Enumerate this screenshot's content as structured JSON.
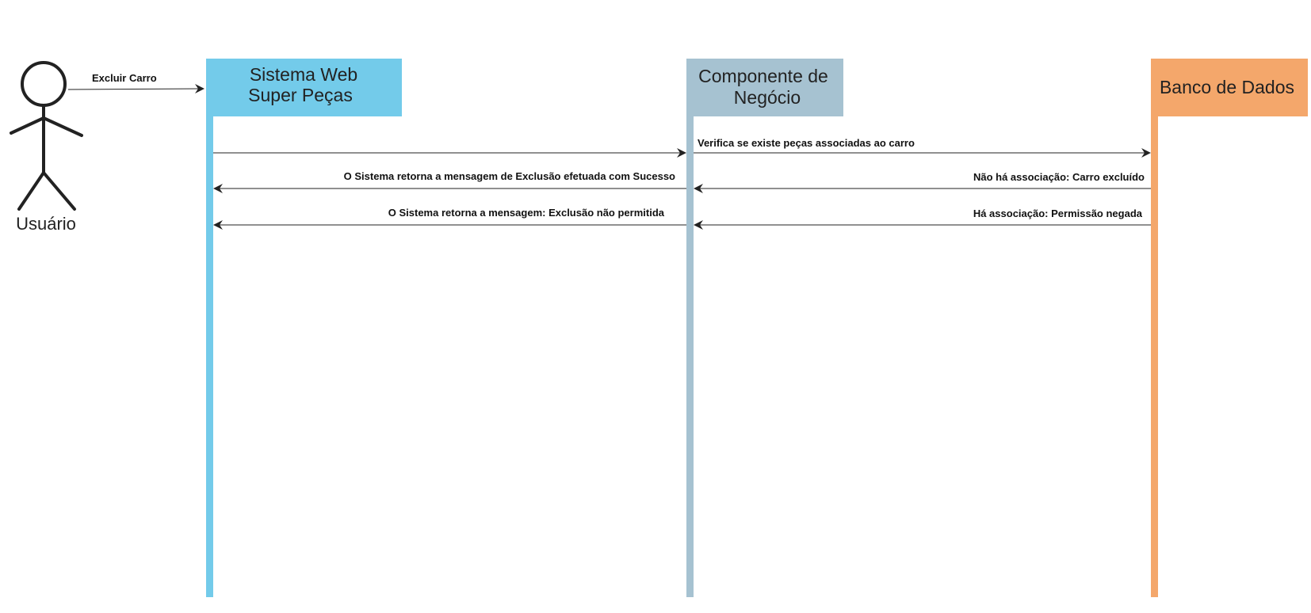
{
  "actor": {
    "label": "Usuário"
  },
  "lifelines": [
    {
      "id": "web",
      "title_lines": [
        "Sistema Web",
        "Super Peças"
      ],
      "color": "#73CBEA"
    },
    {
      "id": "negocio",
      "title_lines": [
        "Componente de",
        "Negócio"
      ],
      "color": "#A6C2D1"
    },
    {
      "id": "banco",
      "title_lines": [
        "Banco de Dados"
      ],
      "color": "#F4A76B"
    }
  ],
  "messages": [
    {
      "from": "actor",
      "to": "web",
      "label": "Excluir Carro"
    },
    {
      "from": "web",
      "to": "negocio",
      "label": ""
    },
    {
      "from": "negocio",
      "to": "banco",
      "label": "Verifica se existe peças associadas ao carro"
    },
    {
      "from": "negocio",
      "to": "web",
      "label": "O Sistema retorna a mensagem de Exclusão efetuada com Sucesso"
    },
    {
      "from": "banco",
      "to": "negocio",
      "label": "Não há associação: Carro excluído"
    },
    {
      "from": "negocio",
      "to": "web",
      "label": "O Sistema retorna a mensagem: Exclusão não permitida"
    },
    {
      "from": "banco",
      "to": "negocio",
      "label": "Há associação: Permissão negada"
    }
  ]
}
